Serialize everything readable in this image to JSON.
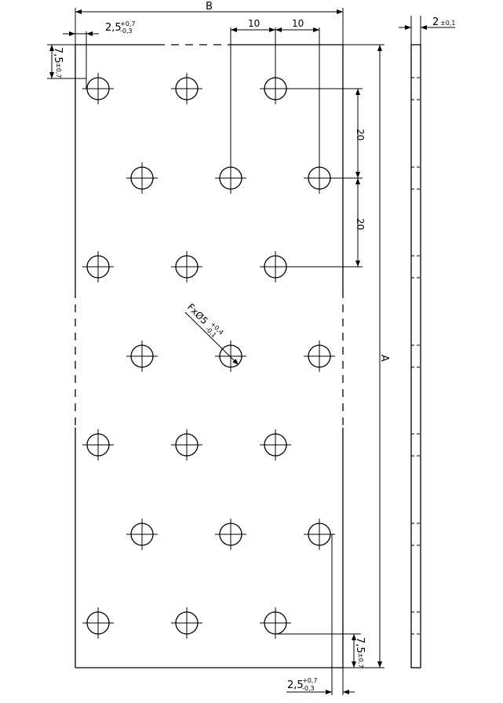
{
  "drawing": {
    "width_label": "B",
    "length_label": "A",
    "pitch_horizontal": [
      "10",
      "10"
    ],
    "pitch_vertical": [
      "20",
      "20"
    ],
    "edge_offset_x": {
      "value": "2,5",
      "upper": "+0,7",
      "lower": "-0,3"
    },
    "edge_offset_y": {
      "value": "7,5",
      "tol": "±0,7"
    },
    "hole": {
      "value": "FxØ5",
      "upper": "+0,4",
      "lower": "-0,1"
    },
    "thickness": {
      "value": "2",
      "tol": "±0,1"
    },
    "hole_rows": 7,
    "holes_per_row": 3
  }
}
